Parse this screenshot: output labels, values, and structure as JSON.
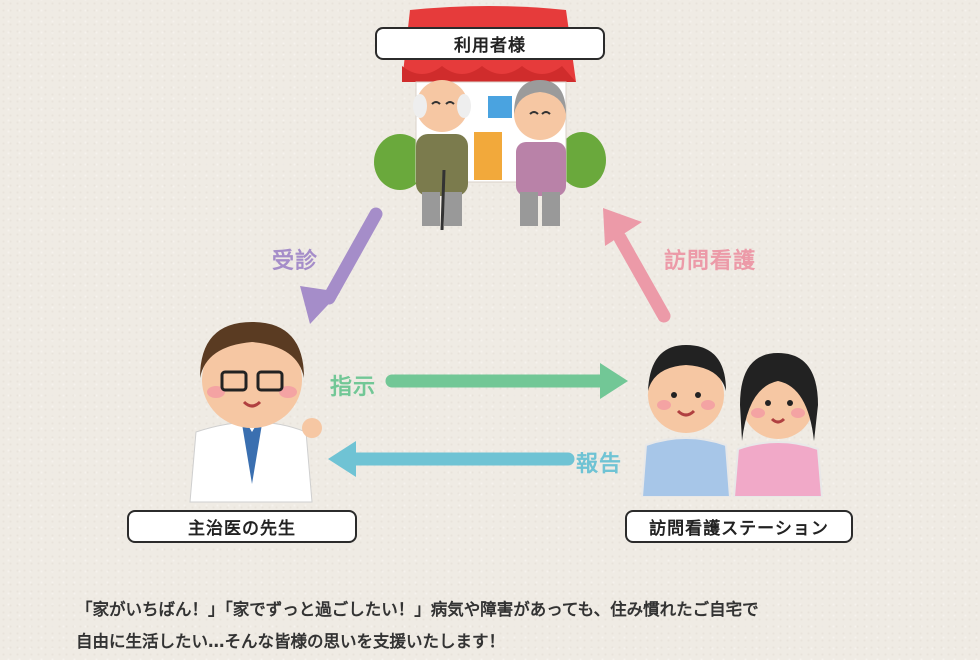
{
  "nodes": {
    "user": "利用者様",
    "doctor": "主治医の先生",
    "station": "訪問看護ステーション"
  },
  "arrows": {
    "visit": "受診",
    "nursing": "訪問看護",
    "instruction": "指示",
    "report": "報告"
  },
  "colors": {
    "visit": "#a58dc9",
    "nursing": "#ec9aa8",
    "instruction": "#72c796",
    "report": "#6fc3d4"
  },
  "caption": {
    "line1": "「家がいちばん！」「家でずっと過ごしたい！」病気や障害があっても、住み慣れたご自宅で",
    "line2": "自由に生活したい…そんな皆様の思いを支援いたします！"
  }
}
